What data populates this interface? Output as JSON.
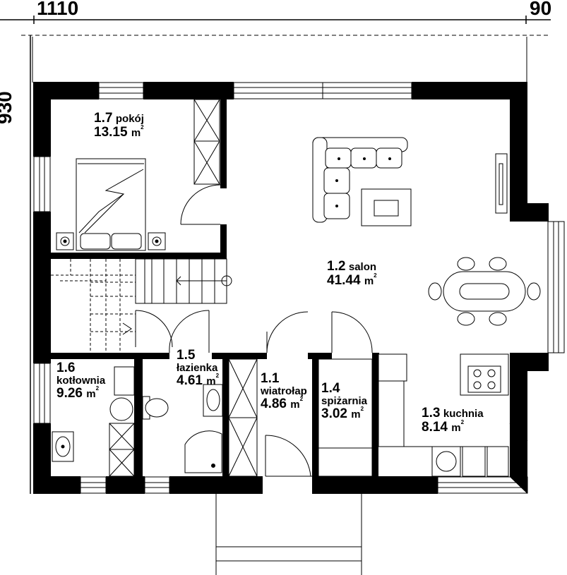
{
  "dimensions": {
    "width_label": "1110",
    "right_label": "90",
    "height_label": "930"
  },
  "area_unit": "m",
  "area_sup": "2",
  "rooms": [
    {
      "number": "1.7",
      "name": "pokój",
      "area": "13.15"
    },
    {
      "number": "1.2",
      "name": "salon",
      "area": "41.44"
    },
    {
      "number": "1.5",
      "name": "łazienka",
      "area": "4.61"
    },
    {
      "number": "1.1",
      "name": "wiatrołap",
      "area": "4.86"
    },
    {
      "number": "1.4",
      "name": "spiżarnia",
      "area": "3.02"
    },
    {
      "number": "1.3",
      "name": "kuchnia",
      "area": "8.14"
    },
    {
      "number": "1.6",
      "name": "kotłownia",
      "area": "9.26"
    }
  ]
}
